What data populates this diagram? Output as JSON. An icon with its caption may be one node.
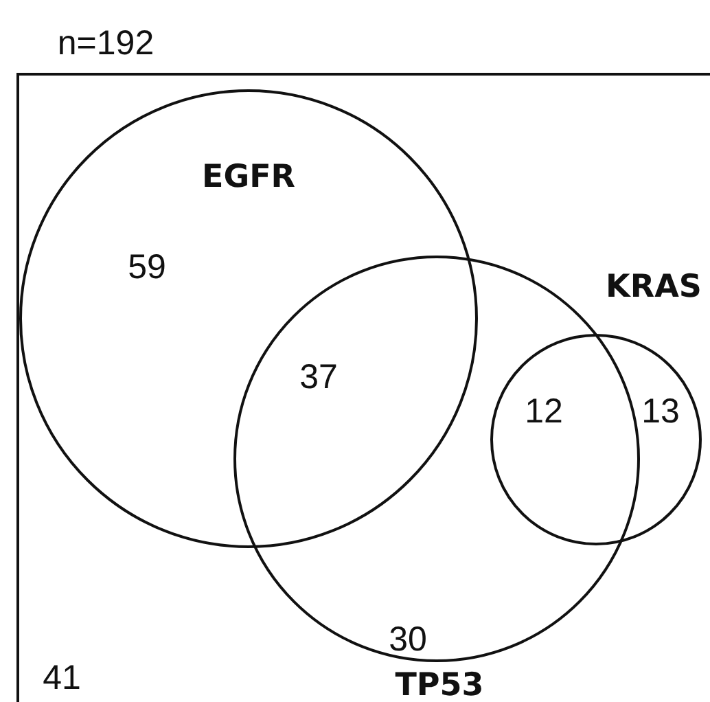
{
  "diagram": {
    "nodes": [
      {
        "text": [
          "n=192"
        ]
      },
      {
        "text": [
          "EGFR"
        ],
        "in": 0
      },
      {
        "text": [
          "TP53"
        ],
        "in": 0
      },
      {
        "text": [
          "KRAS"
        ],
        "in": 0
      }
    ],
    "labels": [
      "59",
      "37",
      "12",
      "13",
      "30",
      "41"
    ]
  }
}
